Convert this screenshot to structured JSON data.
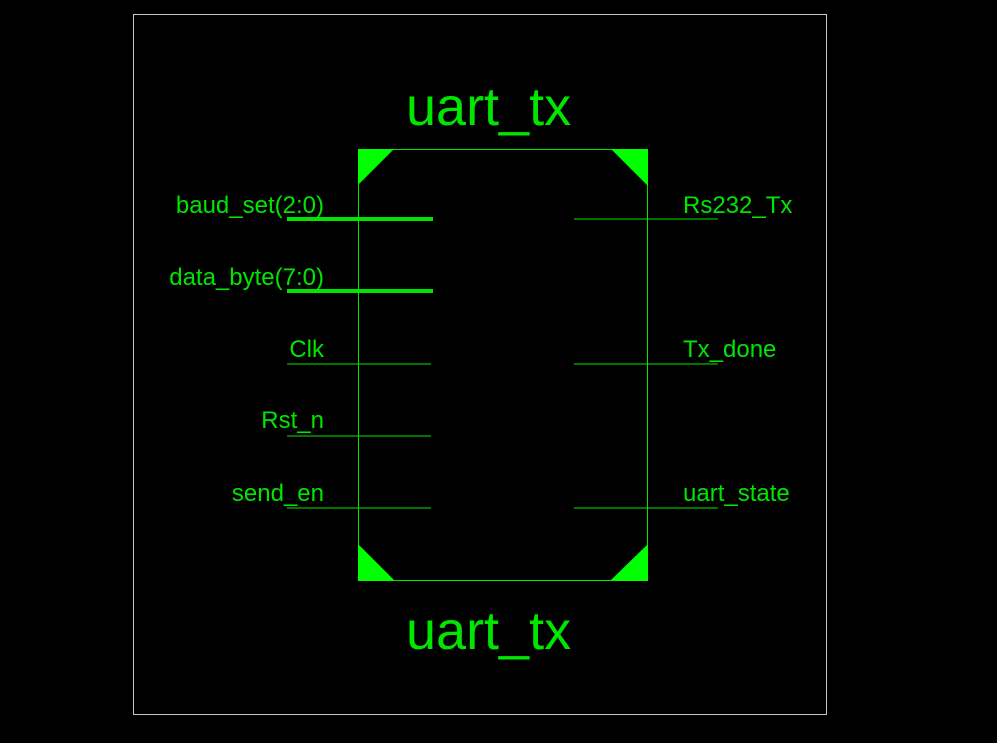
{
  "symbol": {
    "name_top": "uart_tx",
    "name_bottom": "uart_tx",
    "color": "#00e600",
    "outline_color": "#c8c8c8"
  },
  "inputs": [
    {
      "label": "baud_set(2:0)",
      "bus": true
    },
    {
      "label": "data_byte(7:0)",
      "bus": true
    },
    {
      "label": "Clk",
      "bus": false
    },
    {
      "label": "Rst_n",
      "bus": false
    },
    {
      "label": "send_en",
      "bus": false
    }
  ],
  "outputs": [
    {
      "label": "Rs232_Tx",
      "bus": false
    },
    {
      "label": "Tx_done",
      "bus": false
    },
    {
      "label": "uart_state",
      "bus": false
    }
  ]
}
